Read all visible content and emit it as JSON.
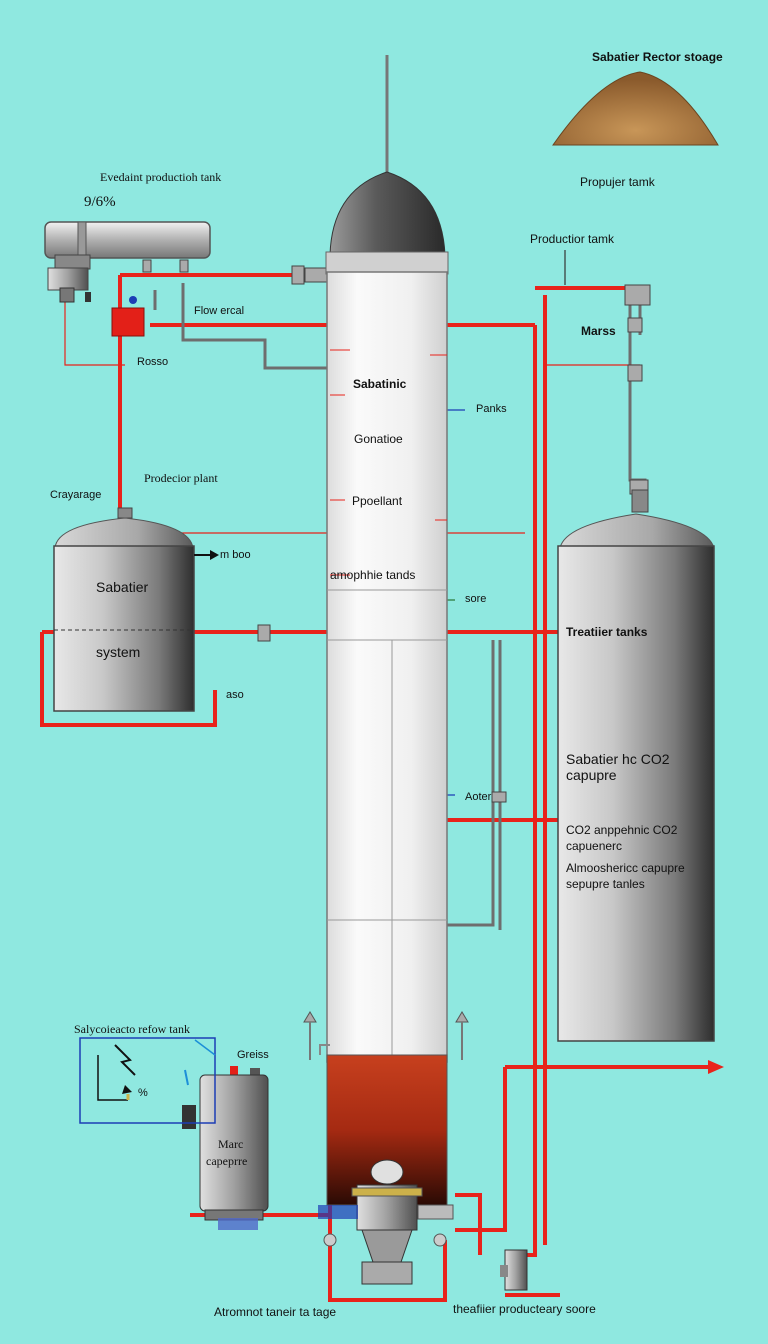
{
  "colors": {
    "background": "#8fe8e0",
    "pipe_red": "#e8231b",
    "pipe_grey": "#7a7a7a",
    "tank_light": "#f2f2f2",
    "tank_dark": "#3e3e3e",
    "heater": "#b8341b",
    "regolith": "#a0703a"
  },
  "icons": {
    "regolith_pile": "regolith-pile-icon",
    "valve": "valve-icon",
    "arrow": "arrow-icon"
  },
  "labels": {
    "sabatier_reactor_storage": "Sabatier Rector stoage",
    "propulser_tank": "Propujer tamk",
    "production_tank_right": "Productior tamk",
    "mars": "Marss",
    "evacuant_production_tank": "Evedaint productioh tank",
    "percent": "9/6%",
    "flow_ercal": "Flow ercal",
    "rosso": "Rosso",
    "producer_plant": "Prodecior plant",
    "crayarage": "Crayarage",
    "mboo": "m boo",
    "sabatier_tank_1": "Sabatier",
    "sabatier_tank_2": "system",
    "aso": "aso",
    "sabatinic": "Sabatinic",
    "panks": "Panks",
    "gonatioe": "Gonatioe",
    "propellant": "Ppoellant",
    "amosphie_tands": "amophhie tands",
    "sore": "sore",
    "treatier_tanks": "Treatiier tanks",
    "sabatier_co2_1": "Sabatier hc CO2",
    "sabatier_co2_2": "capupre",
    "aoter": "Aoter",
    "co2_appennic_1": "CO2 anppehnic CO2",
    "co2_appennic_2": "capuenerc",
    "atmospheric_capture_1": "Almooshericc capupre",
    "atmospheric_capture_2": "sepupre tanles",
    "sayco_refow_tank": "Salycoieacto refow tank",
    "greiss": "Greiss",
    "percent_small": "%",
    "marc_1": "Marc",
    "marc_2": "capeprre",
    "bottom_left": "Atromnot taneir ta tage",
    "bottom_right": "theafiier producteary soore"
  }
}
